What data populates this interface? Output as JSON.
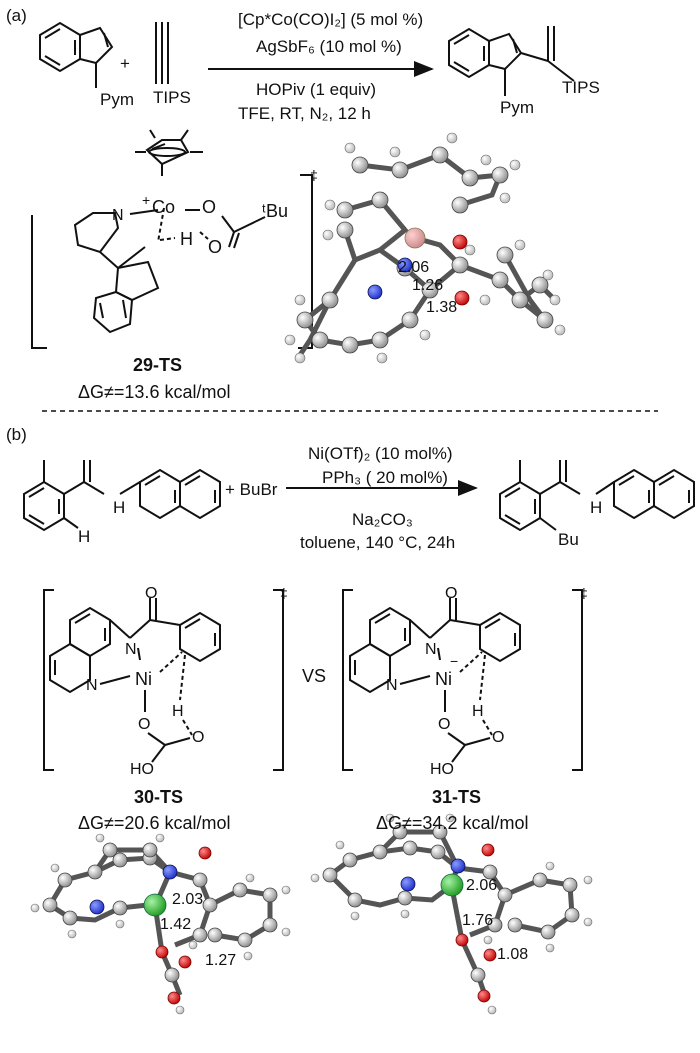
{
  "panel_a": {
    "label": "(a)",
    "reactant_N_sub": "Pym",
    "plus": "+",
    "alkyne_sub": "TIPS",
    "cond_above_1": "[Cp*Co(CO)I₂] (5 mol %)",
    "cond_above_2": "AgSbF₆ (10 mol %)",
    "cond_below_1": "HOPiv (1 equiv)",
    "cond_below_2": "TFE, RT, N₂, 12 h",
    "product_N_sub": "Pym",
    "product_sub": "TIPS",
    "ts_name": "29-TS",
    "ts_energy": "ΔG≠=13.6  kcal/mol",
    "ts_atoms": {
      "co": "Co",
      "o1": "O",
      "o2": "O",
      "h": "H",
      "tbu": "ᵗBu",
      "n": "N",
      "plus": "+",
      "dagger": "‡"
    },
    "distances": [
      "2.06",
      "1.26",
      "1.38"
    ]
  },
  "panel_b": {
    "label": "(b)",
    "reactant_H": "H",
    "reactant_NH": "H",
    "plus_reagent": "+ BuBr",
    "cond_above_1": "Ni(OTf)₂ (10 mol%)",
    "cond_above_2": "PPh₃ ( 20 mol%)",
    "cond_below_1": "Na₂CO₃",
    "cond_below_2": "toluene, 140 °C, 24h",
    "product_NH": "H",
    "product_sub": "Bu",
    "vs": "VS",
    "ts1_name": "30-TS",
    "ts1_energy": "ΔG≠=20.6  kcal/mol",
    "ts2_name": "31-TS",
    "ts2_energy": "ΔG≠=34.2  kcal/mol",
    "ts_atoms": {
      "ni": "Ni",
      "n": "N",
      "o": "O",
      "h": "H",
      "ho": "HO",
      "minus": "−",
      "dagger": "‡"
    },
    "ts1_distances": [
      "2.03",
      "1.42",
      "1.27"
    ],
    "ts2_distances": [
      "2.06",
      "1.76",
      "1.08"
    ]
  }
}
